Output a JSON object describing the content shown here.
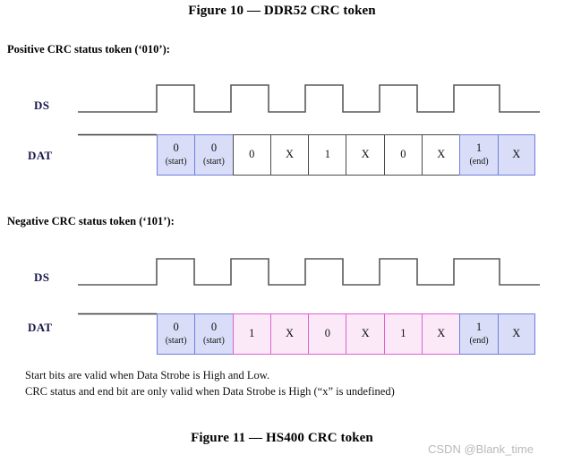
{
  "figures": {
    "top_caption": "Figure 10 — DDR52 CRC token",
    "bottom_caption": "Figure 11 — HS400 CRC token"
  },
  "sections": [
    {
      "heading": "Positive CRC status token (‘010’):",
      "signals": {
        "ds_label": "DS",
        "dat_label": "DAT"
      },
      "ds_waveform": {
        "description": "5 clock pulses, starts low, ends low",
        "pulse_count": 5,
        "start_level": "low",
        "end_level": "low"
      },
      "dat_cells": [
        {
          "bit": "0",
          "sub": "(start)",
          "fill": "blue"
        },
        {
          "bit": "0",
          "sub": "(start)",
          "fill": "blue"
        },
        {
          "bit": "0",
          "sub": "",
          "fill": "white"
        },
        {
          "bit": "X",
          "sub": "",
          "fill": "white"
        },
        {
          "bit": "1",
          "sub": "",
          "fill": "white"
        },
        {
          "bit": "X",
          "sub": "",
          "fill": "white"
        },
        {
          "bit": "0",
          "sub": "",
          "fill": "white"
        },
        {
          "bit": "X",
          "sub": "",
          "fill": "white"
        },
        {
          "bit": "1",
          "sub": "(end)",
          "fill": "blue"
        },
        {
          "bit": "X",
          "sub": "",
          "fill": "blue"
        }
      ]
    },
    {
      "heading": "Negative CRC status token (‘101’):",
      "signals": {
        "ds_label": "DS",
        "dat_label": "DAT"
      },
      "ds_waveform": {
        "description": "5 clock pulses, starts low, ends low",
        "pulse_count": 5,
        "start_level": "low",
        "end_level": "low"
      },
      "dat_cells": [
        {
          "bit": "0",
          "sub": "(start)",
          "fill": "blue"
        },
        {
          "bit": "0",
          "sub": "(start)",
          "fill": "blue"
        },
        {
          "bit": "1",
          "sub": "",
          "fill": "pink"
        },
        {
          "bit": "X",
          "sub": "",
          "fill": "pink"
        },
        {
          "bit": "0",
          "sub": "",
          "fill": "pink"
        },
        {
          "bit": "X",
          "sub": "",
          "fill": "pink"
        },
        {
          "bit": "1",
          "sub": "",
          "fill": "pink"
        },
        {
          "bit": "X",
          "sub": "",
          "fill": "pink"
        },
        {
          "bit": "1",
          "sub": "(end)",
          "fill": "blue"
        },
        {
          "bit": "X",
          "sub": "",
          "fill": "blue"
        }
      ]
    }
  ],
  "footnotes": [
    "Start bits are valid when Data Strobe is High and Low.",
    "CRC status and end bit are only valid when Data Strobe is High (“x” is undefined)"
  ],
  "watermark": "CSDN @Blank_time",
  "colors": {
    "blue_fill": "#d9ddf7",
    "blue_border": "#6f7fdd",
    "pink_fill": "#fbe9f8",
    "pink_border": "#e060d0",
    "cell_border": "#4a4a4a",
    "waveform_stroke": "#5a5a5a",
    "label_color": "#17174a",
    "watermark_color": "#b9b9b9"
  }
}
